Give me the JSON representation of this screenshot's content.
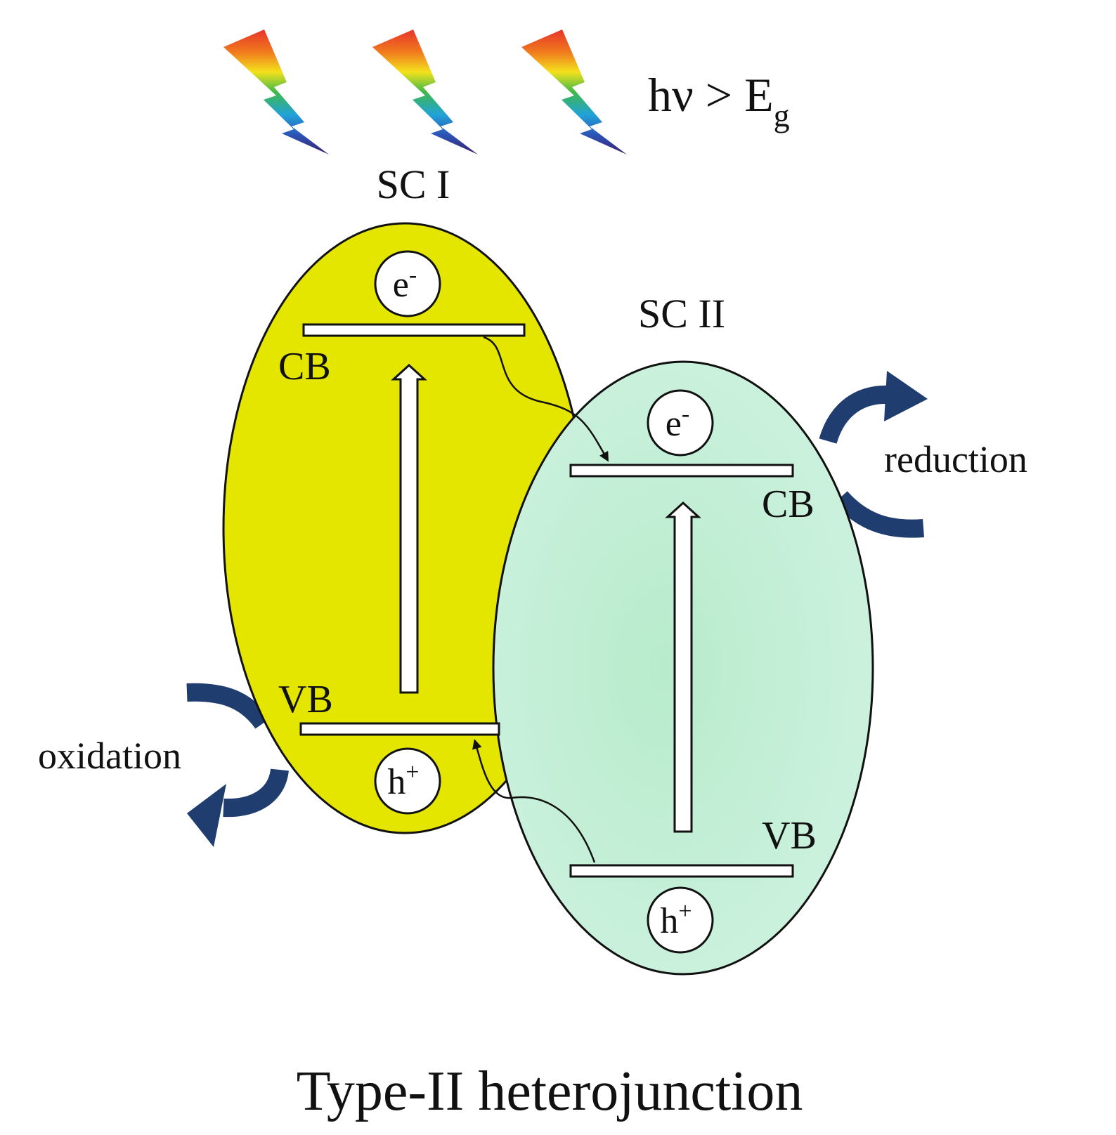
{
  "light": {
    "label_main": "hν > E",
    "label_sub": "g",
    "icon": "lightning-bolt-icon",
    "count": 3
  },
  "sc1": {
    "name": "SC I",
    "cb": "CB",
    "vb": "VB",
    "electron": "e",
    "electron_sup": "-",
    "hole": "h",
    "hole_sup": "+",
    "fill": "#E4E600"
  },
  "sc2": {
    "name": "SC II",
    "cb": "CB",
    "vb": "VB",
    "electron": "e",
    "electron_sup": "-",
    "hole": "h",
    "hole_sup": "+",
    "fill": "#C8F0D8"
  },
  "reactions": {
    "reduction": "reduction",
    "oxidation": "oxidation",
    "arrow_color": "#1F3D6E"
  },
  "caption": "Type-II heterojunction"
}
